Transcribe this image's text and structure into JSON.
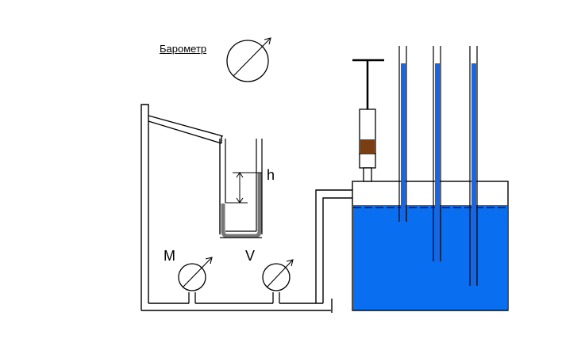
{
  "labels": {
    "barometer": "Барометр",
    "height": "h",
    "manometer": "M",
    "voltmeter": "V"
  },
  "colors": {
    "water": "#0a6ef0",
    "tube": "#1a66e0",
    "mercury": "#777777",
    "piston": "#7a3e10"
  },
  "icons": {
    "gauge": "gauge-dial-icon"
  }
}
